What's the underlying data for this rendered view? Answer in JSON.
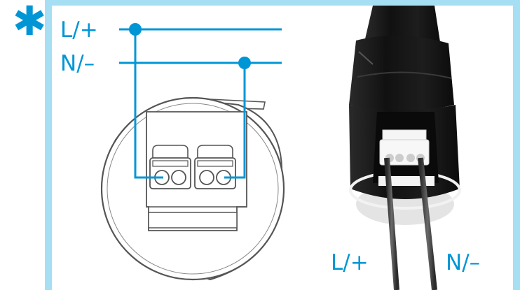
{
  "marker": "✱",
  "wiring": {
    "line_label": "L/+",
    "neutral_label": "N/–"
  },
  "photo": {
    "wire_label_left": "L/+",
    "wire_label_right": "N/–"
  },
  "colors": {
    "accent": "#0096d6",
    "frame": "#a6dff3",
    "housing": "#151515",
    "wire": "#444444"
  }
}
